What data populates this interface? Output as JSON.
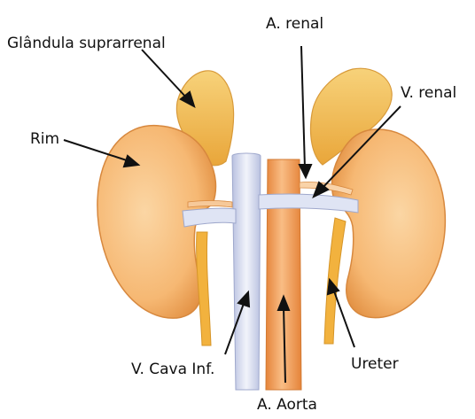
{
  "labels": {
    "adrenal_gland": "Glândula suprarrenal",
    "kidney": "Rim",
    "renal_artery": "A. renal",
    "renal_vein": "V. renal",
    "inferior_vena_cava": "V. Cava Inf.",
    "aorta": "A. Aorta",
    "ureter": "Ureter"
  },
  "colors": {
    "kidney_fill": "#f6b873",
    "kidney_shade": "#e89a52",
    "adrenal_fill": "#f3c05a",
    "vena_cava_fill": "#e4e8f6",
    "aorta_fill": "#f4a45a",
    "ureter_fill": "#f2b23e",
    "leader_line": "#111111"
  }
}
